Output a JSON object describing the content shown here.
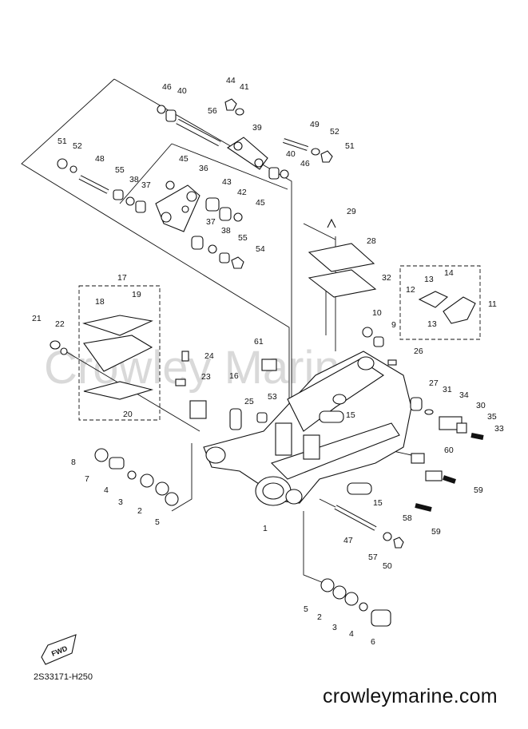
{
  "diagram": {
    "watermark": "Crowley Marine",
    "fwd_label": "FWD",
    "drawing_code": "2S33171-H250",
    "site": "crowleymarine.com",
    "callouts": [
      {
        "n": "46"
      },
      {
        "n": "40"
      },
      {
        "n": "44"
      },
      {
        "n": "41"
      },
      {
        "n": "56"
      },
      {
        "n": "39"
      },
      {
        "n": "49"
      },
      {
        "n": "52"
      },
      {
        "n": "51"
      },
      {
        "n": "40"
      },
      {
        "n": "46"
      },
      {
        "n": "51"
      },
      {
        "n": "52"
      },
      {
        "n": "48"
      },
      {
        "n": "55"
      },
      {
        "n": "38"
      },
      {
        "n": "37"
      },
      {
        "n": "45"
      },
      {
        "n": "36"
      },
      {
        "n": "43"
      },
      {
        "n": "42"
      },
      {
        "n": "45"
      },
      {
        "n": "37"
      },
      {
        "n": "38"
      },
      {
        "n": "55"
      },
      {
        "n": "54"
      },
      {
        "n": "29"
      },
      {
        "n": "28"
      },
      {
        "n": "32"
      },
      {
        "n": "17"
      },
      {
        "n": "19"
      },
      {
        "n": "18"
      },
      {
        "n": "21"
      },
      {
        "n": "22"
      },
      {
        "n": "24"
      },
      {
        "n": "23"
      },
      {
        "n": "20"
      },
      {
        "n": "61"
      },
      {
        "n": "16"
      },
      {
        "n": "25"
      },
      {
        "n": "53"
      },
      {
        "n": "10"
      },
      {
        "n": "9"
      },
      {
        "n": "26"
      },
      {
        "n": "13"
      },
      {
        "n": "14"
      },
      {
        "n": "12"
      },
      {
        "n": "11"
      },
      {
        "n": "13"
      },
      {
        "n": "27"
      },
      {
        "n": "31"
      },
      {
        "n": "34"
      },
      {
        "n": "30"
      },
      {
        "n": "35"
      },
      {
        "n": "33"
      },
      {
        "n": "15"
      },
      {
        "n": "60"
      },
      {
        "n": "59"
      },
      {
        "n": "15"
      },
      {
        "n": "58"
      },
      {
        "n": "59"
      },
      {
        "n": "8"
      },
      {
        "n": "7"
      },
      {
        "n": "4"
      },
      {
        "n": "3"
      },
      {
        "n": "2"
      },
      {
        "n": "5"
      },
      {
        "n": "1"
      },
      {
        "n": "47"
      },
      {
        "n": "57"
      },
      {
        "n": "50"
      },
      {
        "n": "5"
      },
      {
        "n": "2"
      },
      {
        "n": "3"
      },
      {
        "n": "4"
      },
      {
        "n": "6"
      }
    ]
  }
}
